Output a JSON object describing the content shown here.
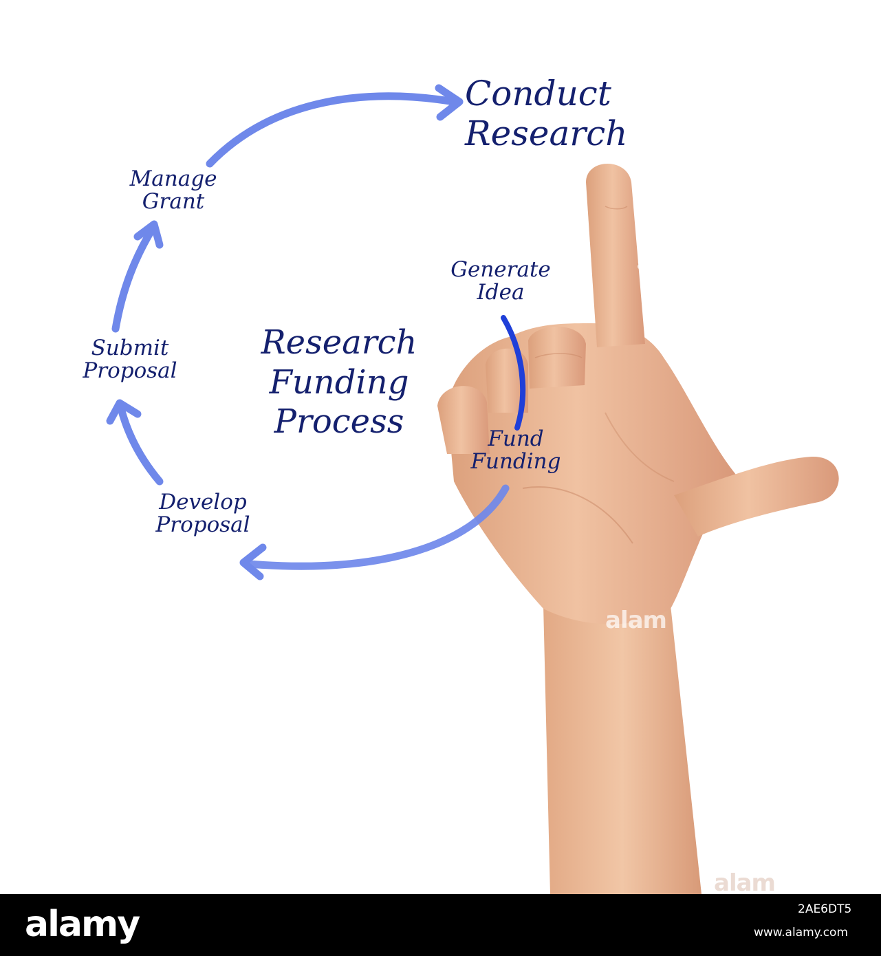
{
  "diagram": {
    "title": [
      "Research",
      "Funding",
      "Process"
    ],
    "target_step": [
      "Conduct",
      "Research"
    ],
    "steps": [
      {
        "lines": [
          "Generate",
          "Idea"
        ]
      },
      {
        "lines": [
          "Fund",
          "Funding"
        ]
      },
      {
        "lines": [
          "Develop",
          "Proposal"
        ]
      },
      {
        "lines": [
          "Submit",
          "Proposal"
        ]
      },
      {
        "lines": [
          "Manage",
          "Grant"
        ]
      }
    ],
    "colors": {
      "text": "#14206e",
      "arrow": "#6f88ea",
      "arrow_dark": "#1f3fd8",
      "skin": "#e9b391"
    }
  },
  "watermarks": [
    "alam",
    "alam",
    "alam"
  ],
  "footer": {
    "logo": "alamy",
    "image_id": "2AE6DT5",
    "site": "www.alamy.com"
  }
}
